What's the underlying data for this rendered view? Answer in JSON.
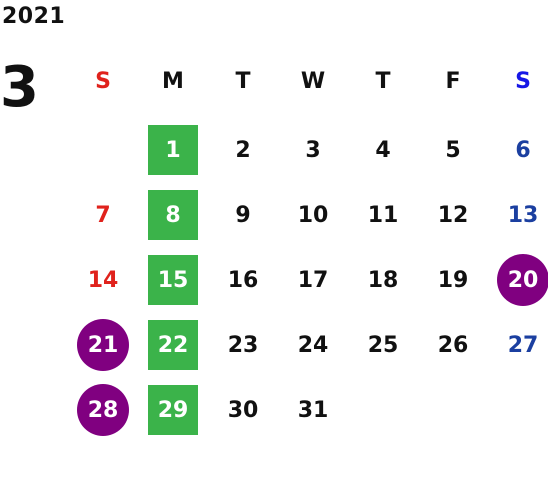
{
  "calendar": {
    "year": "2021",
    "month": "3",
    "weekdays": [
      "S",
      "M",
      "T",
      "W",
      "T",
      "F",
      "S"
    ],
    "weeks": [
      [
        "",
        "1",
        "2",
        "3",
        "4",
        "5",
        "6"
      ],
      [
        "7",
        "8",
        "9",
        "10",
        "11",
        "12",
        "13"
      ],
      [
        "14",
        "15",
        "16",
        "17",
        "18",
        "19",
        "20"
      ],
      [
        "21",
        "22",
        "23",
        "24",
        "25",
        "26",
        "27"
      ],
      [
        "28",
        "29",
        "30",
        "31",
        "",
        "",
        ""
      ]
    ],
    "colors": {
      "sunday": "#e0221c",
      "saturday": "#1b3fa0",
      "saturday_header": "#1616e6",
      "highlight_square": "#3bb34a",
      "highlight_circle": "#800080",
      "default_text": "#111111"
    },
    "highlights": {
      "green_square_days": [
        "1",
        "8",
        "15",
        "22",
        "29"
      ],
      "purple_circle_days": [
        "20",
        "21",
        "28"
      ]
    }
  }
}
